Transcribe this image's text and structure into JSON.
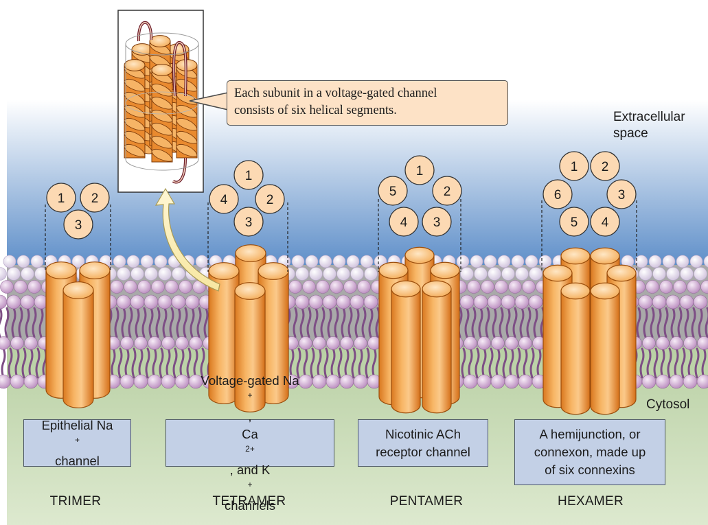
{
  "regions": {
    "extracellular_line1": "Extracellular",
    "extracellular_line2": "space",
    "cytosol": "Cytosol"
  },
  "callout": {
    "line1": "Each subunit in a voltage-gated channel",
    "line2": "consists of six helical segments."
  },
  "channels": [
    {
      "kind": "TRIMER",
      "subunits": [
        "1",
        "2",
        "3"
      ],
      "box_line1": "Epithelial Na",
      "box_line1_sup": "+",
      "box_line2": "channel"
    },
    {
      "kind": "TETRAMER",
      "subunits": [
        "1",
        "2",
        "3",
        "4"
      ],
      "box_line1": "Voltage-gated Na",
      "box_line1_sup": "+",
      "box_line1_end": ",",
      "box_line2_a": "Ca",
      "box_line2_sup1": "2+",
      "box_line2_b": ", and K",
      "box_line2_sup2": "+",
      "box_line2_c": " channels"
    },
    {
      "kind": "PENTAMER",
      "subunits": [
        "1",
        "2",
        "3",
        "4",
        "5"
      ],
      "box_line1": "Nicotinic ACh",
      "box_line2": "receptor channel"
    },
    {
      "kind": "HEXAMER",
      "subunits": [
        "1",
        "2",
        "3",
        "4",
        "5",
        "6"
      ],
      "box_line1": "A hemijunction, or",
      "box_line2": "connexon, made up",
      "box_line3": "of six connexins"
    }
  ],
  "colors": {
    "extracellular_top": "#ffffff",
    "extracellular_bottom": "#5f8fc9",
    "cytosol_top": "#b9d0a4",
    "cytosol_bottom": "#d9e6c9",
    "lipid_head": "#c9a0cc",
    "lipid_tail": "#7d4e85",
    "membrane_core": "#9a9a9a",
    "subunit": "#f4a44a",
    "subunit_circle": "#fcd9b3",
    "label_box": "#c3d0e6",
    "callout_box": "#fde2c6"
  }
}
